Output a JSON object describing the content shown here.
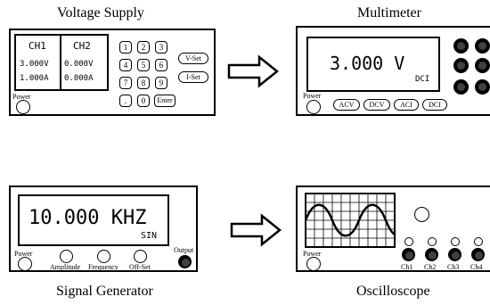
{
  "titles": {
    "voltage_supply": "Voltage Supply",
    "multimeter": "Multimeter",
    "signal_generator": "Signal Generator",
    "oscilloscope": "Oscilloscope"
  },
  "voltage_supply": {
    "ch1_label": "CH1",
    "ch2_label": "CH2",
    "ch1_voltage": "3.000V",
    "ch1_current": "1.000A",
    "ch2_voltage": "0.000V",
    "ch2_current": "0.000A",
    "keys": [
      "1",
      "2",
      "3",
      "4",
      "5",
      "6",
      "7",
      "8",
      "9",
      ".",
      "0",
      "Enter"
    ],
    "vset_label": "V-Set",
    "iset_label": "I-Set",
    "power_label": "Power"
  },
  "multimeter": {
    "reading": "3.000  V",
    "mode": "DCI",
    "buttons": [
      "ACV",
      "DCV",
      "ACI",
      "DCI"
    ],
    "power_label": "Power"
  },
  "signal_generator": {
    "reading": "10.000  KHZ",
    "waveform": "SIN",
    "knobs": [
      "Amplitude",
      "Frequency",
      "Off-Set"
    ],
    "output_label": "Output",
    "power_label": "Power"
  },
  "oscilloscope": {
    "channels": [
      "Ch1",
      "Ch2",
      "Ch3",
      "Ch4"
    ],
    "power_label": "Power"
  }
}
